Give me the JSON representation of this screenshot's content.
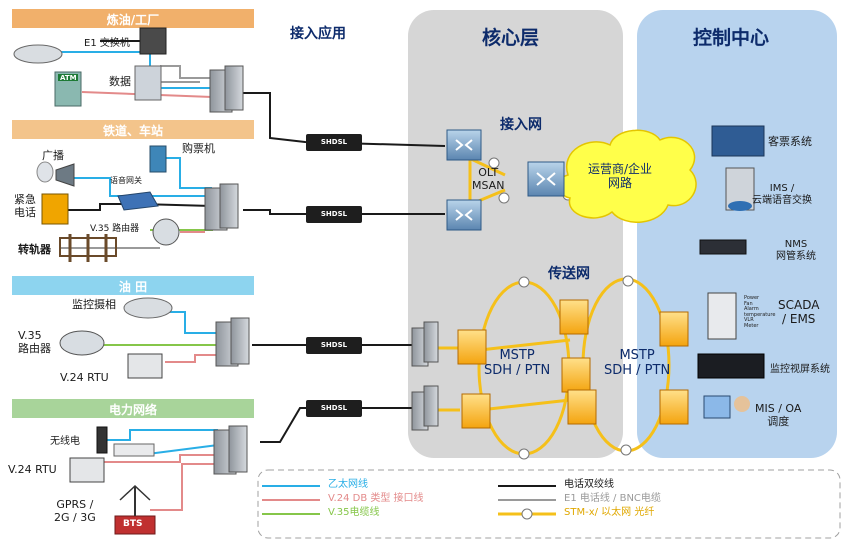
{
  "sections": {
    "refinery": "炼油/工厂",
    "railway": "铁道、车站",
    "oilfield": "油 田",
    "power": "电力网络"
  },
  "headers": {
    "access_app": "接入应用",
    "core_layer": "核心层",
    "control_center": "控制中心"
  },
  "left_labels": {
    "e1_switch": "E1 交换机",
    "data": "数据",
    "atm": "ATM",
    "broadcast": "广播",
    "ticket_machine": "购票机",
    "voice_gateway": "语音网关",
    "emergency_phone": "紧急\n电话",
    "v35_router_small": "V.35 路由器",
    "switch_rail": "转轨器",
    "camera": "监控摄相",
    "v35_router": "V.35\n路由器",
    "v24_rtu": "V.24  RTU",
    "radio": "无线电",
    "v24_rtu_power": "V.24  RTU",
    "gprs": "GPRS /\n2G / 3G",
    "bts": "BTS"
  },
  "links": {
    "shdsl_1": "SHDSL",
    "shdsl_2": "SHDSL",
    "shdsl_3": "SHDSL",
    "shdsl_4": "SHDSL"
  },
  "core": {
    "access_net": "接入网",
    "olt_msan": "OLT\nMSAN",
    "cloud": "运营商/企业\n网路",
    "transport_net": "传送网",
    "mstp_left": "MSTP\nSDH / PTN",
    "mstp_right": "MSTP\nSDH / PTN"
  },
  "control": {
    "ticket_system": "客票系统",
    "ims": "IMS /\n云端语音交换",
    "nms": "NMS\n网管系统",
    "scada": "SCADA\n/ EMS",
    "video_wall": "监控视屏系统",
    "mis_oa": "MIS / OA\n调度"
  },
  "scada_panel": [
    "Power",
    "Fan",
    "Alarm",
    "temperature",
    "VLR",
    "Meter"
  ],
  "legend": {
    "ethernet": "乙太网线",
    "v24_db": "V.24 DB 类型 接口线",
    "v35": "V.35电缆线",
    "phone_pair": "电话双绞线",
    "e1_bnc": "E1 电话线 / BNC电缆",
    "stm": "STM-x/ 以太网  光纤"
  },
  "colors": {
    "section_bar": "#f1b06b",
    "section_bar_oil": "#8dd4ef",
    "section_bar_power": "#a8d49a",
    "core_bg": "#d6d6d6",
    "control_bg": "#b8d3ee",
    "ethernet": "#29aee6",
    "v24": "#e38a8a",
    "v35": "#86c64a",
    "phone": "#1a1a1a",
    "e1": "#9a9a9a",
    "fiber": "#f5c01a"
  }
}
